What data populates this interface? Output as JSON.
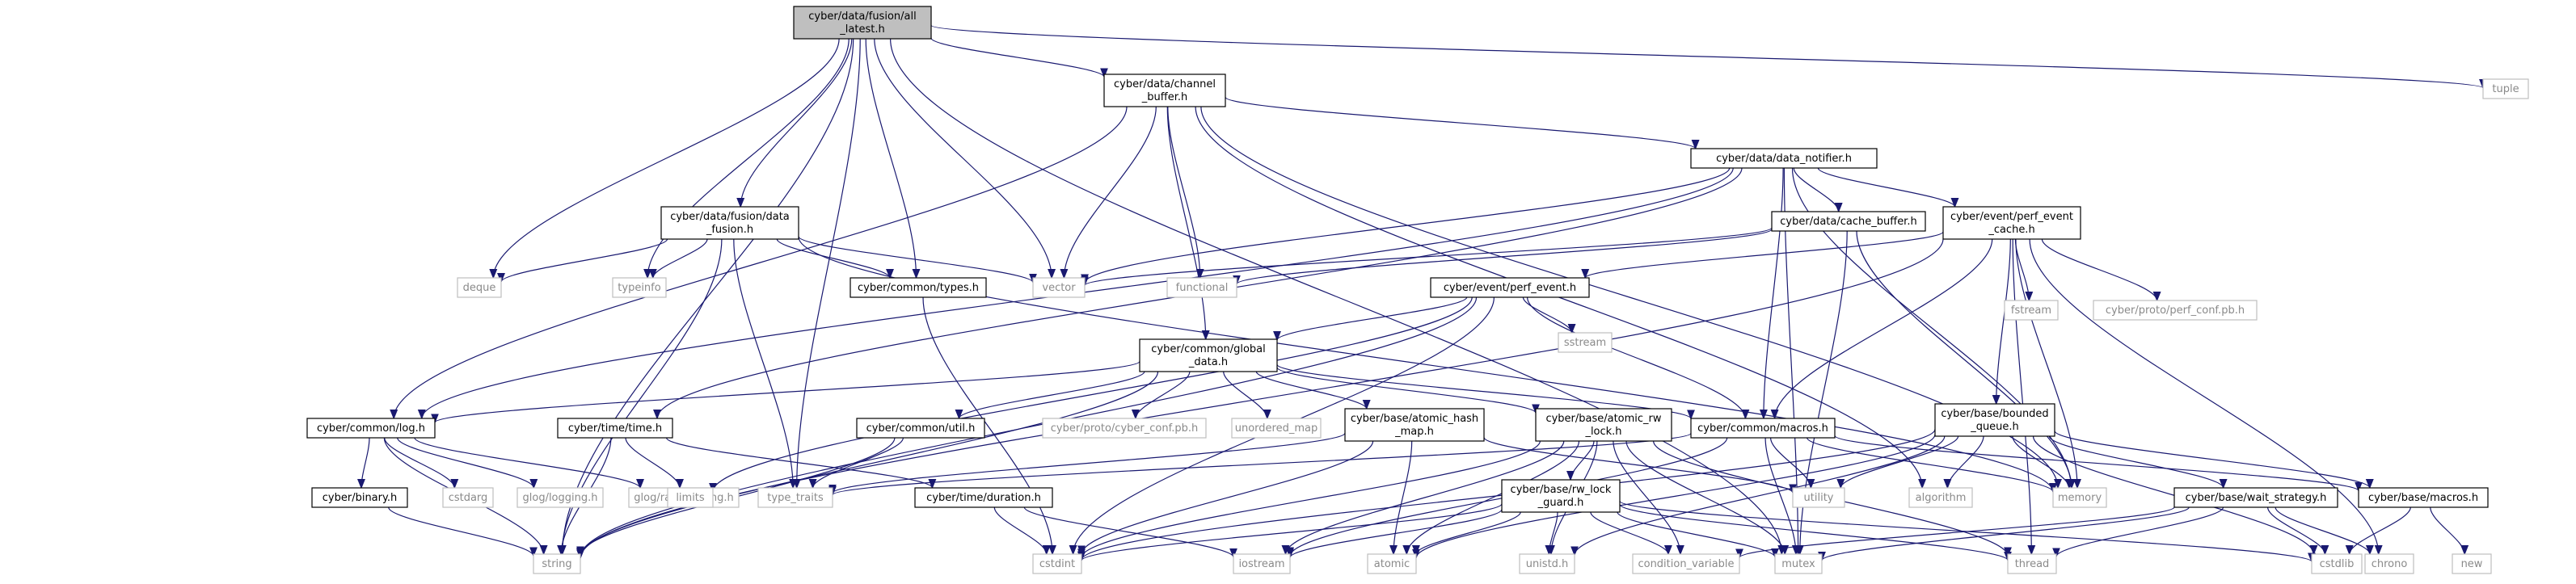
{
  "diagram": {
    "nodes": [
      {
        "id": "root",
        "lines": [
          "cyber/data/fusion/all",
          "_latest.h"
        ],
        "kind": "root"
      },
      {
        "id": "channel_buffer",
        "lines": [
          "cyber/data/channel",
          "_buffer.h"
        ],
        "kind": "file"
      },
      {
        "id": "tuple",
        "lines": [
          "tuple"
        ],
        "kind": "ext"
      },
      {
        "id": "data_notifier",
        "lines": [
          "cyber/data/data_notifier.h"
        ],
        "kind": "file"
      },
      {
        "id": "data_fusion",
        "lines": [
          "cyber/data/fusion/data",
          "_fusion.h"
        ],
        "kind": "file"
      },
      {
        "id": "cache_buffer",
        "lines": [
          "cyber/data/cache_buffer.h"
        ],
        "kind": "file"
      },
      {
        "id": "perf_event_cache",
        "lines": [
          "cyber/event/perf_event",
          "_cache.h"
        ],
        "kind": "file"
      },
      {
        "id": "deque",
        "lines": [
          "deque"
        ],
        "kind": "ext"
      },
      {
        "id": "typeinfo",
        "lines": [
          "typeinfo"
        ],
        "kind": "ext"
      },
      {
        "id": "types",
        "lines": [
          "cyber/common/types.h"
        ],
        "kind": "file"
      },
      {
        "id": "vector",
        "lines": [
          "vector"
        ],
        "kind": "ext"
      },
      {
        "id": "functional",
        "lines": [
          "functional"
        ],
        "kind": "ext"
      },
      {
        "id": "fstream",
        "lines": [
          "fstream"
        ],
        "kind": "ext"
      },
      {
        "id": "perf_conf",
        "lines": [
          "cyber/proto/perf_conf.pb.h"
        ],
        "kind": "ext"
      },
      {
        "id": "perf_event",
        "lines": [
          "cyber/event/perf_event.h"
        ],
        "kind": "file"
      },
      {
        "id": "sstream",
        "lines": [
          "sstream"
        ],
        "kind": "ext"
      },
      {
        "id": "global_data",
        "lines": [
          "cyber/common/global",
          "_data.h"
        ],
        "kind": "file"
      },
      {
        "id": "log",
        "lines": [
          "cyber/common/log.h"
        ],
        "kind": "file"
      },
      {
        "id": "time",
        "lines": [
          "cyber/time/time.h"
        ],
        "kind": "file"
      },
      {
        "id": "util",
        "lines": [
          "cyber/common/util.h"
        ],
        "kind": "file"
      },
      {
        "id": "cyber_conf",
        "lines": [
          "cyber/proto/cyber_conf.pb.h"
        ],
        "kind": "ext"
      },
      {
        "id": "unordered_map",
        "lines": [
          "unordered_map"
        ],
        "kind": "ext"
      },
      {
        "id": "atomic_hash_map",
        "lines": [
          "cyber/base/atomic_hash",
          "_map.h"
        ],
        "kind": "file"
      },
      {
        "id": "atomic_rw_lock",
        "lines": [
          "cyber/base/atomic_rw",
          "_lock.h"
        ],
        "kind": "file"
      },
      {
        "id": "macros_common",
        "lines": [
          "cyber/common/macros.h"
        ],
        "kind": "file"
      },
      {
        "id": "bounded_queue",
        "lines": [
          "cyber/base/bounded",
          "_queue.h"
        ],
        "kind": "file"
      },
      {
        "id": "binary",
        "lines": [
          "cyber/binary.h"
        ],
        "kind": "file"
      },
      {
        "id": "cstdarg",
        "lines": [
          "cstdarg"
        ],
        "kind": "ext"
      },
      {
        "id": "glog_logging",
        "lines": [
          "glog/logging.h"
        ],
        "kind": "ext"
      },
      {
        "id": "glog_raw",
        "lines": [
          "glog/raw_logging.h"
        ],
        "kind": "ext"
      },
      {
        "id": "limits",
        "lines": [
          "limits"
        ],
        "kind": "ext"
      },
      {
        "id": "type_traits",
        "lines": [
          "type_traits"
        ],
        "kind": "ext"
      },
      {
        "id": "duration",
        "lines": [
          "cyber/time/duration.h"
        ],
        "kind": "file"
      },
      {
        "id": "rw_lock_guard",
        "lines": [
          "cyber/base/rw_lock",
          "_guard.h"
        ],
        "kind": "file"
      },
      {
        "id": "utility",
        "lines": [
          "utility"
        ],
        "kind": "ext"
      },
      {
        "id": "algorithm",
        "lines": [
          "algorithm"
        ],
        "kind": "ext"
      },
      {
        "id": "memory",
        "lines": [
          "memory"
        ],
        "kind": "ext"
      },
      {
        "id": "wait_strategy",
        "lines": [
          "cyber/base/wait_strategy.h"
        ],
        "kind": "file"
      },
      {
        "id": "macros_base",
        "lines": [
          "cyber/base/macros.h"
        ],
        "kind": "file"
      },
      {
        "id": "string",
        "lines": [
          "string"
        ],
        "kind": "ext"
      },
      {
        "id": "cstdint",
        "lines": [
          "cstdint"
        ],
        "kind": "ext"
      },
      {
        "id": "iostream",
        "lines": [
          "iostream"
        ],
        "kind": "ext"
      },
      {
        "id": "atomic",
        "lines": [
          "atomic"
        ],
        "kind": "ext"
      },
      {
        "id": "unistd",
        "lines": [
          "unistd.h"
        ],
        "kind": "ext"
      },
      {
        "id": "condition_variable",
        "lines": [
          "condition_variable"
        ],
        "kind": "ext"
      },
      {
        "id": "mutex",
        "lines": [
          "mutex"
        ],
        "kind": "ext"
      },
      {
        "id": "thread",
        "lines": [
          "thread"
        ],
        "kind": "ext"
      },
      {
        "id": "cstdlib",
        "lines": [
          "cstdlib"
        ],
        "kind": "ext"
      },
      {
        "id": "chrono",
        "lines": [
          "chrono"
        ],
        "kind": "ext"
      },
      {
        "id": "new",
        "lines": [
          "new"
        ],
        "kind": "ext"
      }
    ],
    "edges": [
      [
        "root",
        "channel_buffer"
      ],
      [
        "root",
        "tuple"
      ],
      [
        "root",
        "data_fusion"
      ],
      [
        "root",
        "deque"
      ],
      [
        "root",
        "typeinfo"
      ],
      [
        "root",
        "types"
      ],
      [
        "root",
        "vector"
      ],
      [
        "root",
        "type_traits"
      ],
      [
        "root",
        "string"
      ],
      [
        "root",
        "mutex"
      ],
      [
        "channel_buffer",
        "data_notifier"
      ],
      [
        "channel_buffer",
        "log"
      ],
      [
        "channel_buffer",
        "vector"
      ],
      [
        "channel_buffer",
        "functional"
      ],
      [
        "channel_buffer",
        "global_data"
      ],
      [
        "channel_buffer",
        "algorithm"
      ],
      [
        "channel_buffer",
        "memory"
      ],
      [
        "data_notifier",
        "cache_buffer"
      ],
      [
        "data_notifier",
        "perf_event_cache"
      ],
      [
        "data_notifier",
        "log"
      ],
      [
        "data_notifier",
        "time"
      ],
      [
        "data_notifier",
        "macros_common"
      ],
      [
        "data_notifier",
        "vector"
      ],
      [
        "data_notifier",
        "memory"
      ],
      [
        "data_notifier",
        "mutex"
      ],
      [
        "data_fusion",
        "deque"
      ],
      [
        "data_fusion",
        "typeinfo"
      ],
      [
        "data_fusion",
        "types"
      ],
      [
        "data_fusion",
        "vector"
      ],
      [
        "data_fusion",
        "memory"
      ],
      [
        "data_fusion",
        "type_traits"
      ],
      [
        "data_fusion",
        "string"
      ],
      [
        "cache_buffer",
        "vector"
      ],
      [
        "cache_buffer",
        "functional"
      ],
      [
        "cache_buffer",
        "memory"
      ],
      [
        "cache_buffer",
        "mutex"
      ],
      [
        "perf_event_cache",
        "perf_event"
      ],
      [
        "perf_event_cache",
        "fstream"
      ],
      [
        "perf_event_cache",
        "perf_conf"
      ],
      [
        "perf_event_cache",
        "bounded_queue"
      ],
      [
        "perf_event_cache",
        "macros_common"
      ],
      [
        "perf_event_cache",
        "memory"
      ],
      [
        "perf_event_cache",
        "string"
      ],
      [
        "perf_event_cache",
        "thread"
      ],
      [
        "perf_event_cache",
        "chrono"
      ],
      [
        "types",
        "cstdint"
      ],
      [
        "perf_event",
        "global_data"
      ],
      [
        "perf_event",
        "sstream"
      ],
      [
        "perf_event",
        "macros_common"
      ],
      [
        "perf_event",
        "limits"
      ],
      [
        "perf_event",
        "cstdint"
      ],
      [
        "perf_event",
        "string"
      ],
      [
        "global_data",
        "log"
      ],
      [
        "global_data",
        "util"
      ],
      [
        "global_data",
        "cyber_conf"
      ],
      [
        "global_data",
        "unordered_map"
      ],
      [
        "global_data",
        "atomic_hash_map"
      ],
      [
        "global_data",
        "atomic_rw_lock"
      ],
      [
        "global_data",
        "macros_common"
      ],
      [
        "global_data",
        "string"
      ],
      [
        "log",
        "binary"
      ],
      [
        "log",
        "cstdarg"
      ],
      [
        "log",
        "glog_logging"
      ],
      [
        "log",
        "glog_raw"
      ],
      [
        "log",
        "string"
      ],
      [
        "time",
        "limits"
      ],
      [
        "time",
        "string"
      ],
      [
        "time",
        "duration"
      ],
      [
        "util",
        "type_traits"
      ],
      [
        "util",
        "string"
      ],
      [
        "atomic_hash_map",
        "type_traits"
      ],
      [
        "atomic_hash_map",
        "utility"
      ],
      [
        "atomic_hash_map",
        "atomic"
      ],
      [
        "atomic_hash_map",
        "cstdint"
      ],
      [
        "atomic_rw_lock",
        "rw_lock_guard"
      ],
      [
        "atomic_rw_lock",
        "atomic"
      ],
      [
        "atomic_rw_lock",
        "cstdint"
      ],
      [
        "atomic_rw_lock",
        "iostream"
      ],
      [
        "atomic_rw_lock",
        "unistd"
      ],
      [
        "atomic_rw_lock",
        "condition_variable"
      ],
      [
        "atomic_rw_lock",
        "mutex"
      ],
      [
        "atomic_rw_lock",
        "thread"
      ],
      [
        "macros_common",
        "macros_base"
      ],
      [
        "macros_common",
        "type_traits"
      ],
      [
        "macros_common",
        "utility"
      ],
      [
        "macros_common",
        "memory"
      ],
      [
        "macros_common",
        "mutex"
      ],
      [
        "macros_common",
        "iostream"
      ],
      [
        "bounded_queue",
        "wait_strategy"
      ],
      [
        "bounded_queue",
        "macros_base"
      ],
      [
        "bounded_queue",
        "utility"
      ],
      [
        "bounded_queue",
        "algorithm"
      ],
      [
        "bounded_queue",
        "memory"
      ],
      [
        "bounded_queue",
        "atomic"
      ],
      [
        "bounded_queue",
        "cstdint"
      ],
      [
        "bounded_queue",
        "cstdlib"
      ],
      [
        "bounded_queue",
        "unistd"
      ],
      [
        "binary",
        "string"
      ],
      [
        "duration",
        "cstdint"
      ],
      [
        "duration",
        "iostream"
      ],
      [
        "rw_lock_guard",
        "unistd"
      ],
      [
        "rw_lock_guard",
        "condition_variable"
      ],
      [
        "rw_lock_guard",
        "mutex"
      ],
      [
        "rw_lock_guard",
        "thread"
      ],
      [
        "rw_lock_guard",
        "atomic"
      ],
      [
        "rw_lock_guard",
        "cstdint"
      ],
      [
        "rw_lock_guard",
        "cstdlib"
      ],
      [
        "rw_lock_guard",
        "iostream"
      ],
      [
        "wait_strategy",
        "chrono"
      ],
      [
        "wait_strategy",
        "condition_variable"
      ],
      [
        "wait_strategy",
        "mutex"
      ],
      [
        "wait_strategy",
        "thread"
      ],
      [
        "wait_strategy",
        "cstdlib"
      ],
      [
        "macros_base",
        "cstdlib"
      ],
      [
        "macros_base",
        "new"
      ]
    ]
  }
}
